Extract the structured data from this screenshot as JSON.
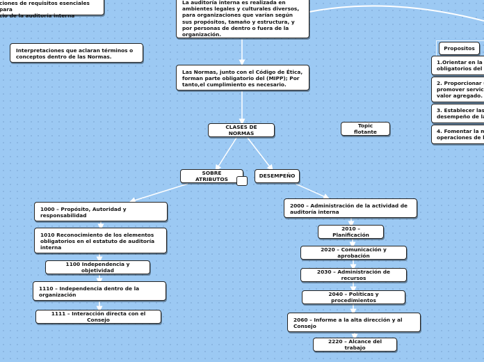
{
  "nodes": {
    "requisitos_esenciales": "ciones de requisitos esenciales para\ncio de la auditoría interna",
    "interpretaciones": "Interpretaciones que aclaran términos o conceptos dentro de las Normas.",
    "auditoria_interna": "La auditoría interna es realizada en ambientes legales y culturales diversos, para organizaciones que varían según sus propósitos, tamaño y estructura, y por personas de dentro o fuera de la organización.",
    "normas_codigo": "Las Normas, junto con el Código de Ética, forman parte obligatorio del (MIPP); Por tanto,el cumplimiento es necesario.",
    "clases_de_normas": "CLASES DE NORMAS",
    "topic_flotante": "Topic flotante",
    "sobre_atributos": "SOBRE ATRIBUTOS",
    "desempeno": "DESEMPEÑO",
    "propositos": "Propositos"
  },
  "propositos_items": [
    "1.Orientar en la a obligatorios del M",
    "2. Proporcionar u promover servicio valor agregado.",
    "3. Establecer las desempeño de la",
    "4. Fomentar la m operaciones de la"
  ],
  "atributos_items": [
    "1000 – Propósito, Autoridad y responsabilidad",
    "1010 Reconocimiento de los elementos obligatorios en el estatuto de auditoría interna",
    "1100 Independencia y objetividad",
    "1110 – Independencia dentro de la organización",
    "1111 – Interacción directa con el Consejo"
  ],
  "desempeno_items": [
    "2000 – Administración de la actividad de auditoría interna",
    "2010 – Planificación",
    "2020 – Comunicación y aprobación",
    "2030 – Administración de recursos",
    "2040 – Políticas y procedimientos",
    "2060 – Informe a la alta dirección y al Consejo",
    "2220 – Alcance del trabajo"
  ],
  "colors": {
    "background": "#9cc9f3",
    "node_fill": "#ffffff",
    "connector": "#ffffff"
  }
}
